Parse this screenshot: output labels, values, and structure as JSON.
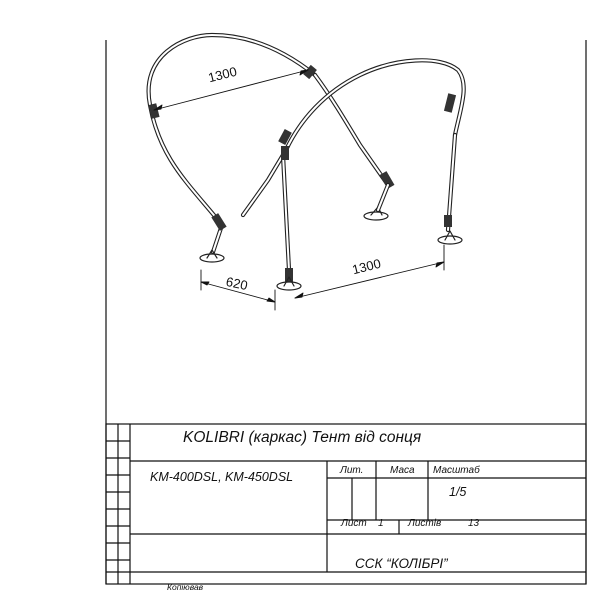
{
  "drawing": {
    "dimensions": {
      "top_width": "1300",
      "bottom_width": "1300",
      "bottom_depth": "620"
    }
  },
  "title_block": {
    "title": "KOLIBRI (каркас) Тент від сонця",
    "models": "KM-400DSL, KM-450DSL",
    "headers": {
      "lit": "Лит.",
      "mass": "Маса",
      "scale": "Масштаб"
    },
    "scale_value": "1/5",
    "sheet_label": "Лист",
    "sheet_number": "1",
    "sheets_label": "Листів",
    "sheets_total": "13",
    "organization": "ССК “КОЛІБРІ”",
    "copied_label": "Копіював"
  }
}
